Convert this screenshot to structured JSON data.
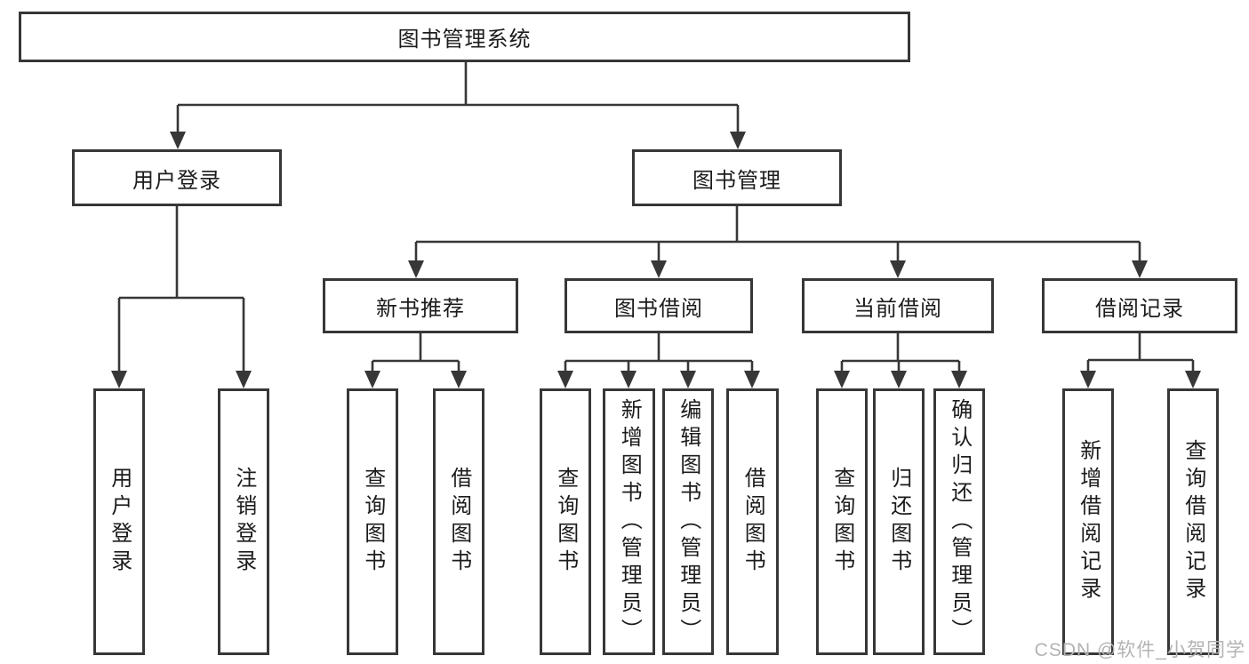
{
  "diagram": {
    "colors": {
      "line": "#373737",
      "box_border": "#373737",
      "text": "#1c1c1c",
      "background": "#ffffff",
      "watermark": "#b3b3b3"
    },
    "nodes": {
      "root": {
        "label": "图书管理系统"
      },
      "user_login": {
        "label": "用户登录"
      },
      "book_mgmt": {
        "label": "图书管理"
      },
      "new_book_rec": {
        "label": "新书推荐"
      },
      "book_borrow": {
        "label": "图书借阅"
      },
      "current_borrow": {
        "label": "当前借阅"
      },
      "borrow_record": {
        "label": "借阅记录"
      },
      "leaf_user_login": {
        "label": "用户登录"
      },
      "leaf_logout": {
        "label": "注销登录"
      },
      "leaf_query_book_1": {
        "label": "查询图书"
      },
      "leaf_borrow_book_1": {
        "label": "借阅图书"
      },
      "leaf_query_book_2": {
        "label": "查询图书"
      },
      "leaf_add_book": {
        "label": "新增图书（管理员）"
      },
      "leaf_edit_book": {
        "label": "编辑图书（管理员）"
      },
      "leaf_borrow_book_2": {
        "label": "借阅图书"
      },
      "leaf_query_book_3": {
        "label": "查询图书"
      },
      "leaf_return_book": {
        "label": "归还图书"
      },
      "leaf_confirm_return": {
        "label": "确认归还（管理员）"
      },
      "leaf_add_record": {
        "label": "新增借阅记录"
      },
      "leaf_query_record": {
        "label": "查询借阅记录"
      }
    },
    "watermark": "CSDN @软件_小贺同学"
  }
}
